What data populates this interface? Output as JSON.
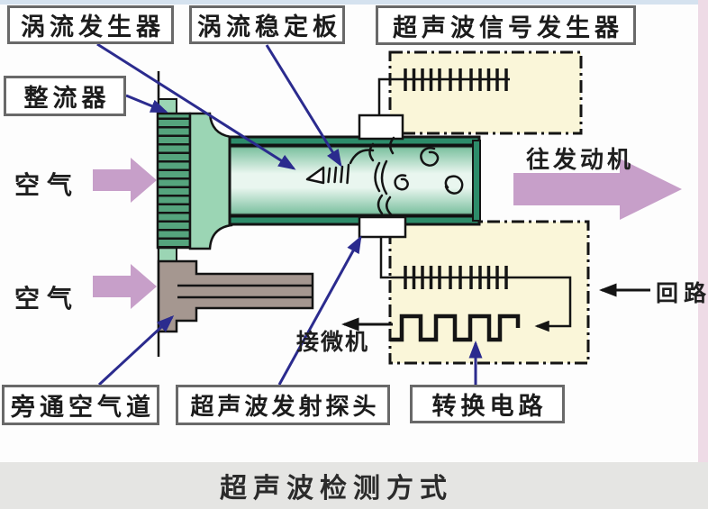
{
  "caption": {
    "text": "超声波检测方式"
  },
  "labels": {
    "vortex_generator": "涡流发生器",
    "vortex_stabilizer_plate": "涡流稳定板",
    "ultrasonic_signal_generator": "超声波信号发生器",
    "rectifier": "整流器",
    "air_upper": "空气",
    "air_lower": "空气",
    "to_engine": "往发动机",
    "loop": "回路",
    "to_microcomputer": "接微机",
    "bypass_air_duct": "旁通空气道",
    "ultrasonic_transmit_probe": "超声波发射探头",
    "conversion_circuit": "转换电路"
  },
  "icons": {
    "flow_arrow": "thick right-pointing block arrow",
    "pointer_leader": "thin blue leader line with arrowhead",
    "pulse_train": "vertical bar pulse signal",
    "square_wave": "square wave signal",
    "vortex_swirl": "spiral eddy symbol",
    "ultrasound_wavefront": "curved wave arcs",
    "dashdot_panel": "dash-dot bordered circuit panel"
  },
  "colors": {
    "pointer_line_blue": "#2b2b8e",
    "flow_arrow_purple": "#c79fc9",
    "circuit_panel_cream": "#faf6d9",
    "pipe_dark_green": "#2d8c6a",
    "pipe_mid_green": "#7fc2a2",
    "pipe_light_green": "#e9f6ef",
    "funnel_green": "#9bd5b4",
    "rectifier_green": "#55a47d",
    "bypass_duct_taupe": "#a59790",
    "label_box_border": "#696969",
    "caption_strip_gray": "#e5e5e3",
    "top_strip_blue": "#d5e2ef",
    "right_strip_pink": "#eedbe6"
  }
}
